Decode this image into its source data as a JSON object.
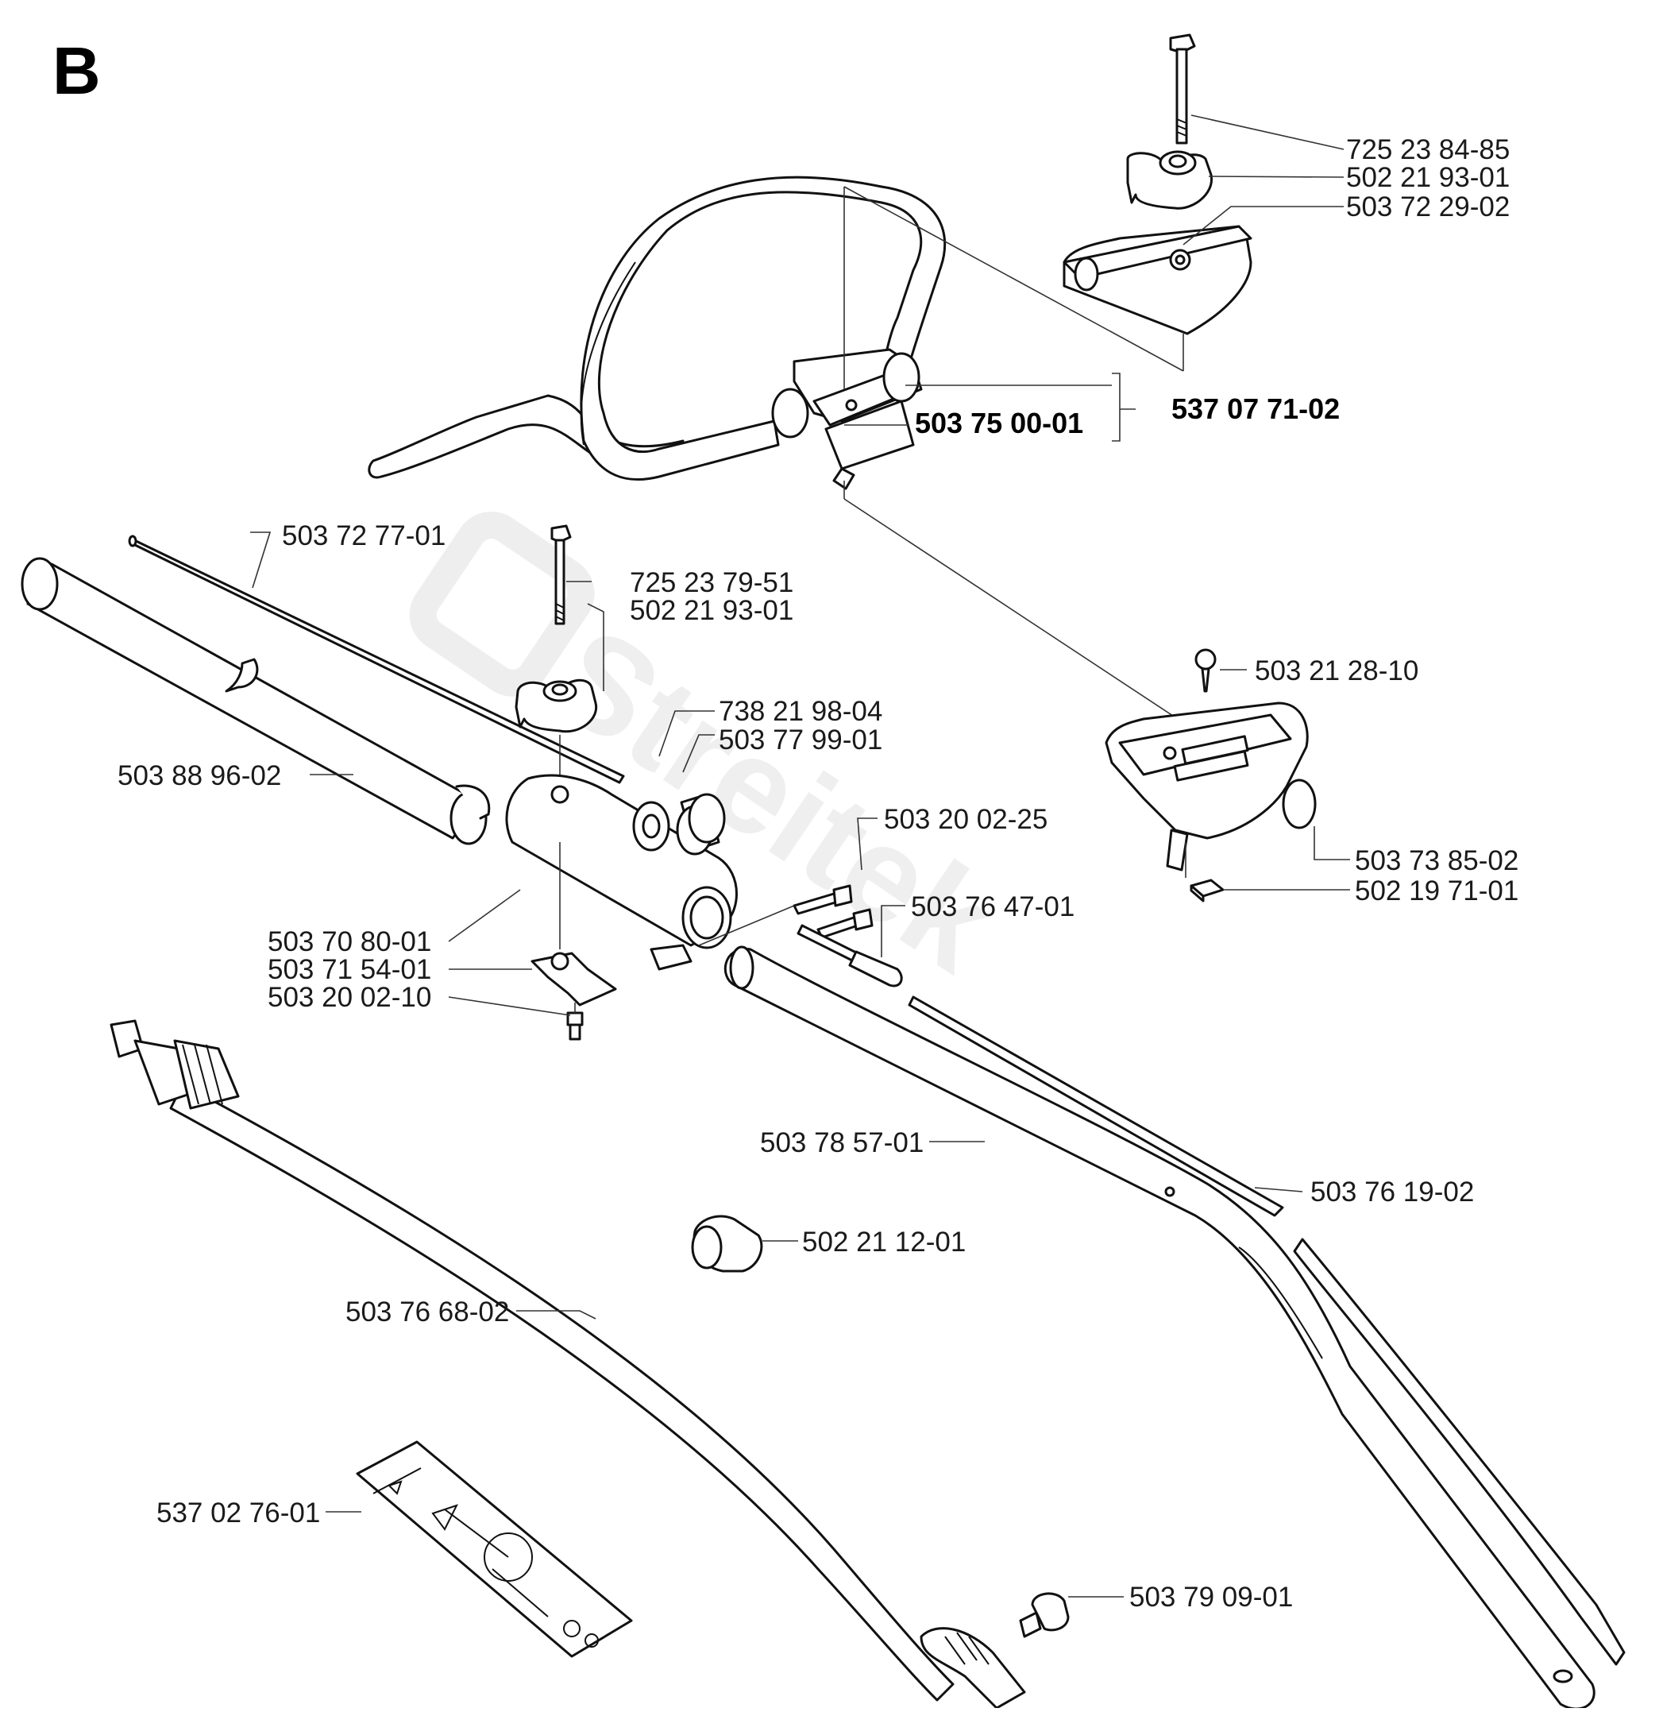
{
  "section_letter": "B",
  "watermark": "Streitek",
  "labels": {
    "p725238485": "725 23 84-85",
    "p502219301_top": "502 21 93-01",
    "p503722902": "503 72 29-02",
    "p537077102": "537 07 71-02",
    "p503750001": "503 75 00-01",
    "p503727701": "503 72 77-01",
    "p725237951": "725 23 79-51",
    "p502219301_mid": "502 21 93-01",
    "p503212810": "503 21 28-10",
    "p738219804": "738 21 98-04",
    "p503779901": "503 77 99-01",
    "p503889602": "503 88 96-02",
    "p503200225": "503 20 02-25",
    "p503738502": "503 73 85-02",
    "p502197101": "502 19 71-01",
    "p503764701": "503 76 47-01",
    "p503708001": "503 70 80-01",
    "p503715401": "503 71 54-01",
    "p503200210": "503 20 02-10",
    "p503785701": "503 78 57-01",
    "p503761902": "503 76 19-02",
    "p502211201": "502 21 12-01",
    "p503766802": "503 76 68-02",
    "p537027601": "537 02 76-01",
    "p503790901": "503 79 09-01"
  },
  "colors": {
    "line": "#111111",
    "text": "#1a1a1a",
    "watermark": "#efefef"
  }
}
